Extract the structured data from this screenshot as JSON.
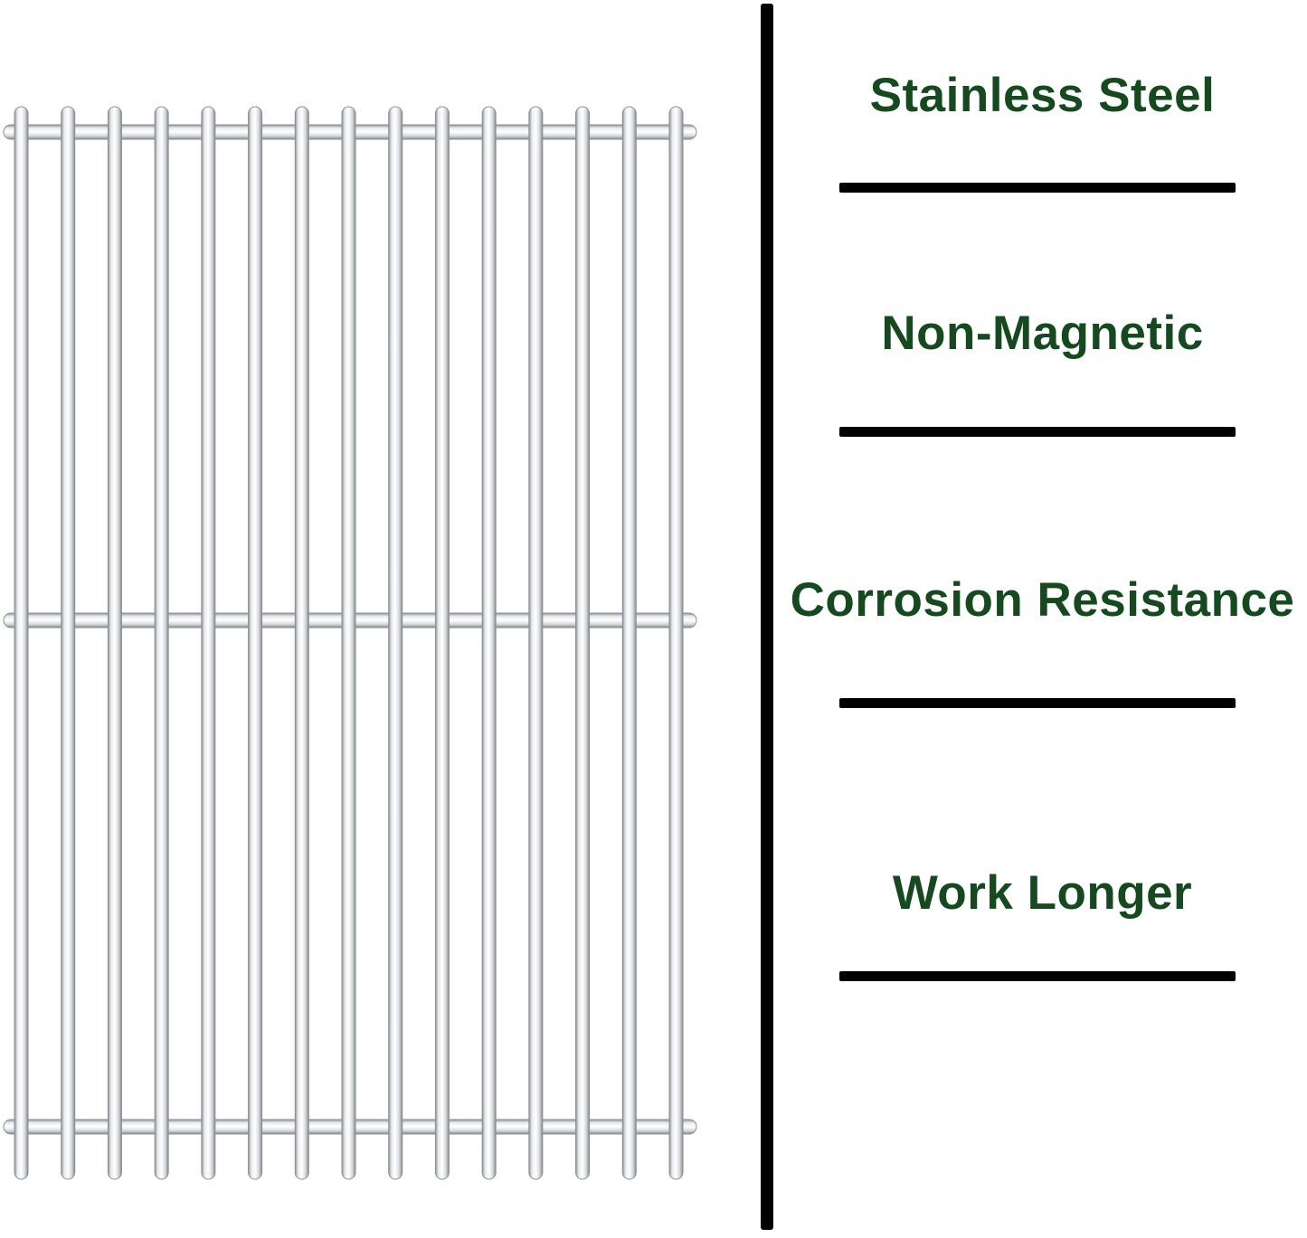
{
  "features": [
    {
      "label": "Stainless Steel"
    },
    {
      "label": "Non-Magnetic"
    },
    {
      "label": "Corrosion Resistance"
    },
    {
      "label": "Work Longer"
    }
  ],
  "colors": {
    "feature_text": "#154a1e",
    "divider": "#000000",
    "rule": "#000000"
  },
  "grate": {
    "vertical_rods": 15,
    "horizontal_bars": 3
  }
}
